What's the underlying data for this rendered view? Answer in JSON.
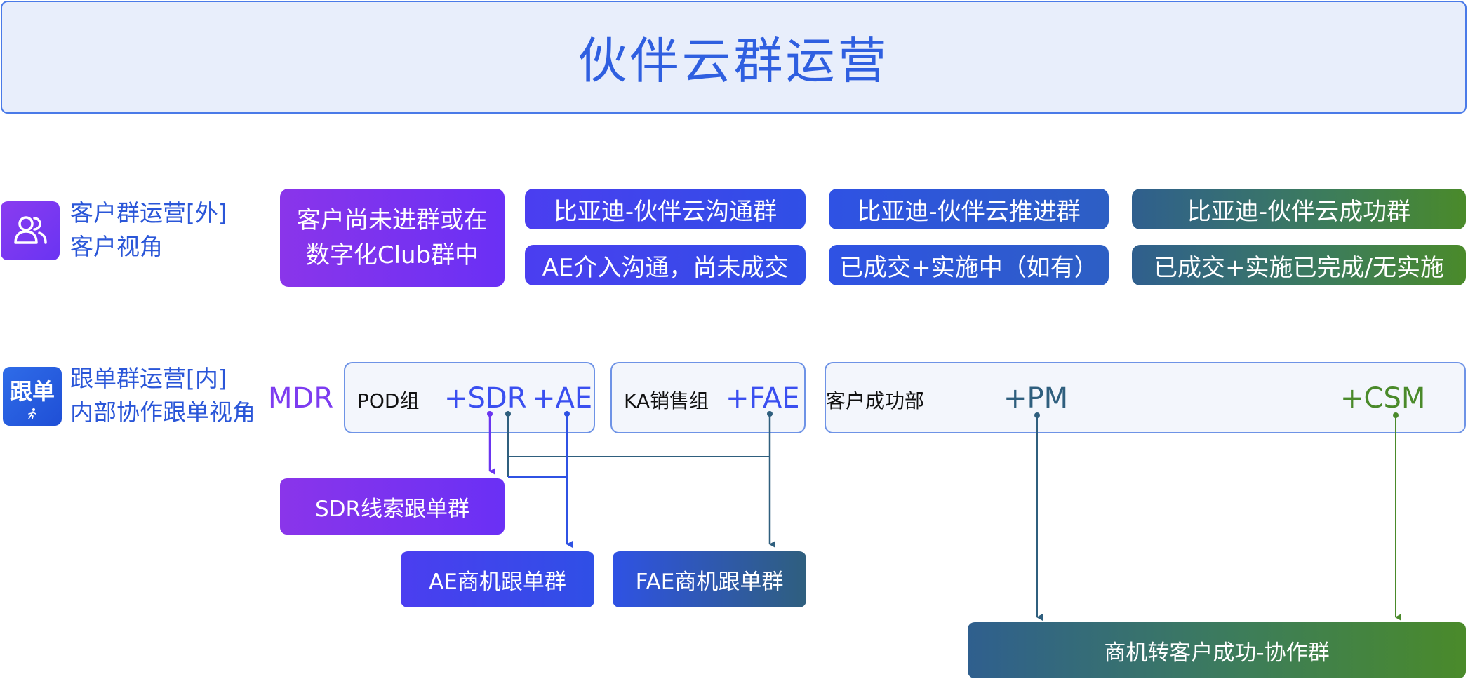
{
  "title": "伙伴云群运营",
  "customer_ops": {
    "line1": "客户群运营[外]",
    "line2": "客户视角"
  },
  "follow_ops": {
    "icon_text": "跟单",
    "line1": "跟单群运营[内]",
    "line2": "内部协作跟单视角"
  },
  "stages": {
    "not_joined_line1": "客户尚未进群或在",
    "not_joined_line2": "数字化Club群中",
    "communication_group": "比亚迪-伙伴云沟通群",
    "communication_desc": "AE介入沟通，尚未成交",
    "promotion_group": "比亚迪-伙伴云推进群",
    "promotion_desc": "已成交+实施中（如有）",
    "success_group": "比亚迪-伙伴云成功群",
    "success_desc": "已成交+实施已完成/无实施"
  },
  "teams": {
    "mdr": "MDR",
    "pod": "POD组",
    "sdr": "+SDR",
    "ae": "+AE",
    "ka": "KA销售组",
    "fae": "+FAE",
    "cs": "客户成功部",
    "pm": "+PM",
    "csm": "+CSM"
  },
  "groups": {
    "sdr_group": "SDR线索跟单群",
    "ae_group": "AE商机跟单群",
    "fae_group": "FAE商机跟单群",
    "cs_group": "商机转客户成功-协作群"
  },
  "colors": {
    "title_blue": "#2f5fe0",
    "purple": "#7b3af0",
    "blue": "#3a4ff0",
    "teal": "#2f5f7e",
    "green": "#4a8a2a"
  }
}
